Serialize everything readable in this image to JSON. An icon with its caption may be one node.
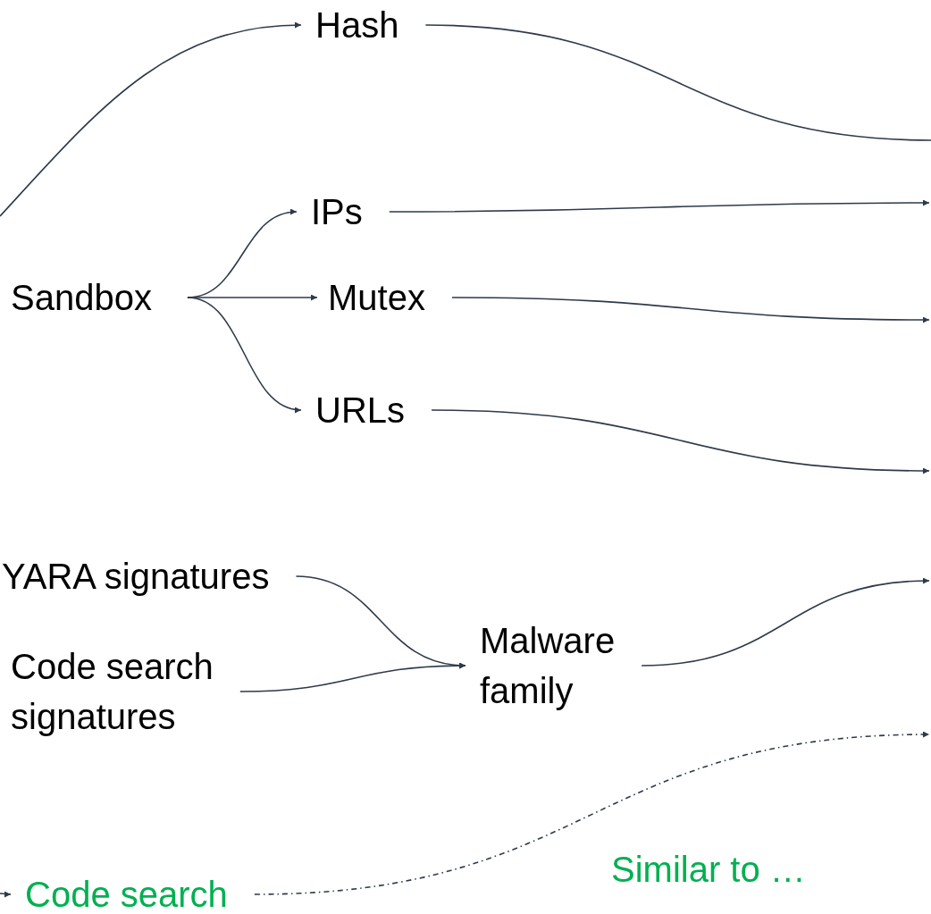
{
  "diagram": {
    "nodes": [
      {
        "text": [
          "Hash"
        ]
      },
      {
        "text": [
          "IPs"
        ]
      },
      {
        "text": [
          "Sandbox"
        ]
      },
      {
        "text": [
          "Mutex"
        ]
      },
      {
        "text": [
          "URLs"
        ]
      },
      {
        "text": [
          "YARA signatures"
        ]
      },
      {
        "text": [
          "Code search signatures"
        ]
      },
      {
        "text": [
          "Malware family"
        ]
      },
      {
        "text": [
          "Code search"
        ]
      }
    ],
    "edges": [
      {
        "from": null,
        "to": 0,
        "arrow": "to"
      },
      {
        "from": 0,
        "to": null,
        "arrow": "none"
      },
      {
        "from": 2,
        "to": 1,
        "arrow": "to"
      },
      {
        "from": 2,
        "to": 3,
        "arrow": "to"
      },
      {
        "from": 2,
        "to": 4,
        "arrow": "to"
      },
      {
        "from": 1,
        "to": null,
        "arrow": "to"
      },
      {
        "from": 3,
        "to": null,
        "arrow": "to"
      },
      {
        "from": 4,
        "to": null,
        "arrow": "to"
      },
      {
        "from": 5,
        "to": 7,
        "arrow": "to"
      },
      {
        "from": 6,
        "to": 7,
        "arrow": "to"
      },
      {
        "from": 7,
        "to": null,
        "arrow": "to"
      },
      {
        "from": null,
        "to": 8,
        "arrow": "to"
      },
      {
        "from": 8,
        "to": null,
        "arrow": "to",
        "label": "Similar to …",
        "style": "dashed"
      }
    ]
  }
}
